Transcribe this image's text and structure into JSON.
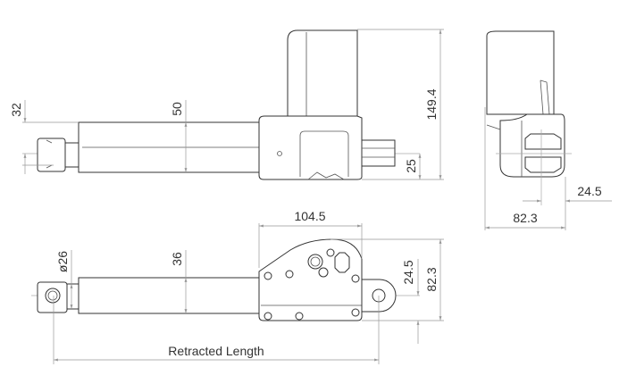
{
  "top_view": {
    "dim_rod_end": "32",
    "dim_tube": "50",
    "dim_height": "149.4",
    "dim_offset": "25"
  },
  "side_view": {
    "dim_offset": "24.5",
    "dim_width": "82.3"
  },
  "bottom_view": {
    "dim_housing_length": "104.5",
    "dim_rod_diameter": "ø26",
    "dim_tube": "36",
    "dim_offset": "24.5",
    "dim_width": "82.3",
    "retracted_length": "Retracted Length"
  }
}
